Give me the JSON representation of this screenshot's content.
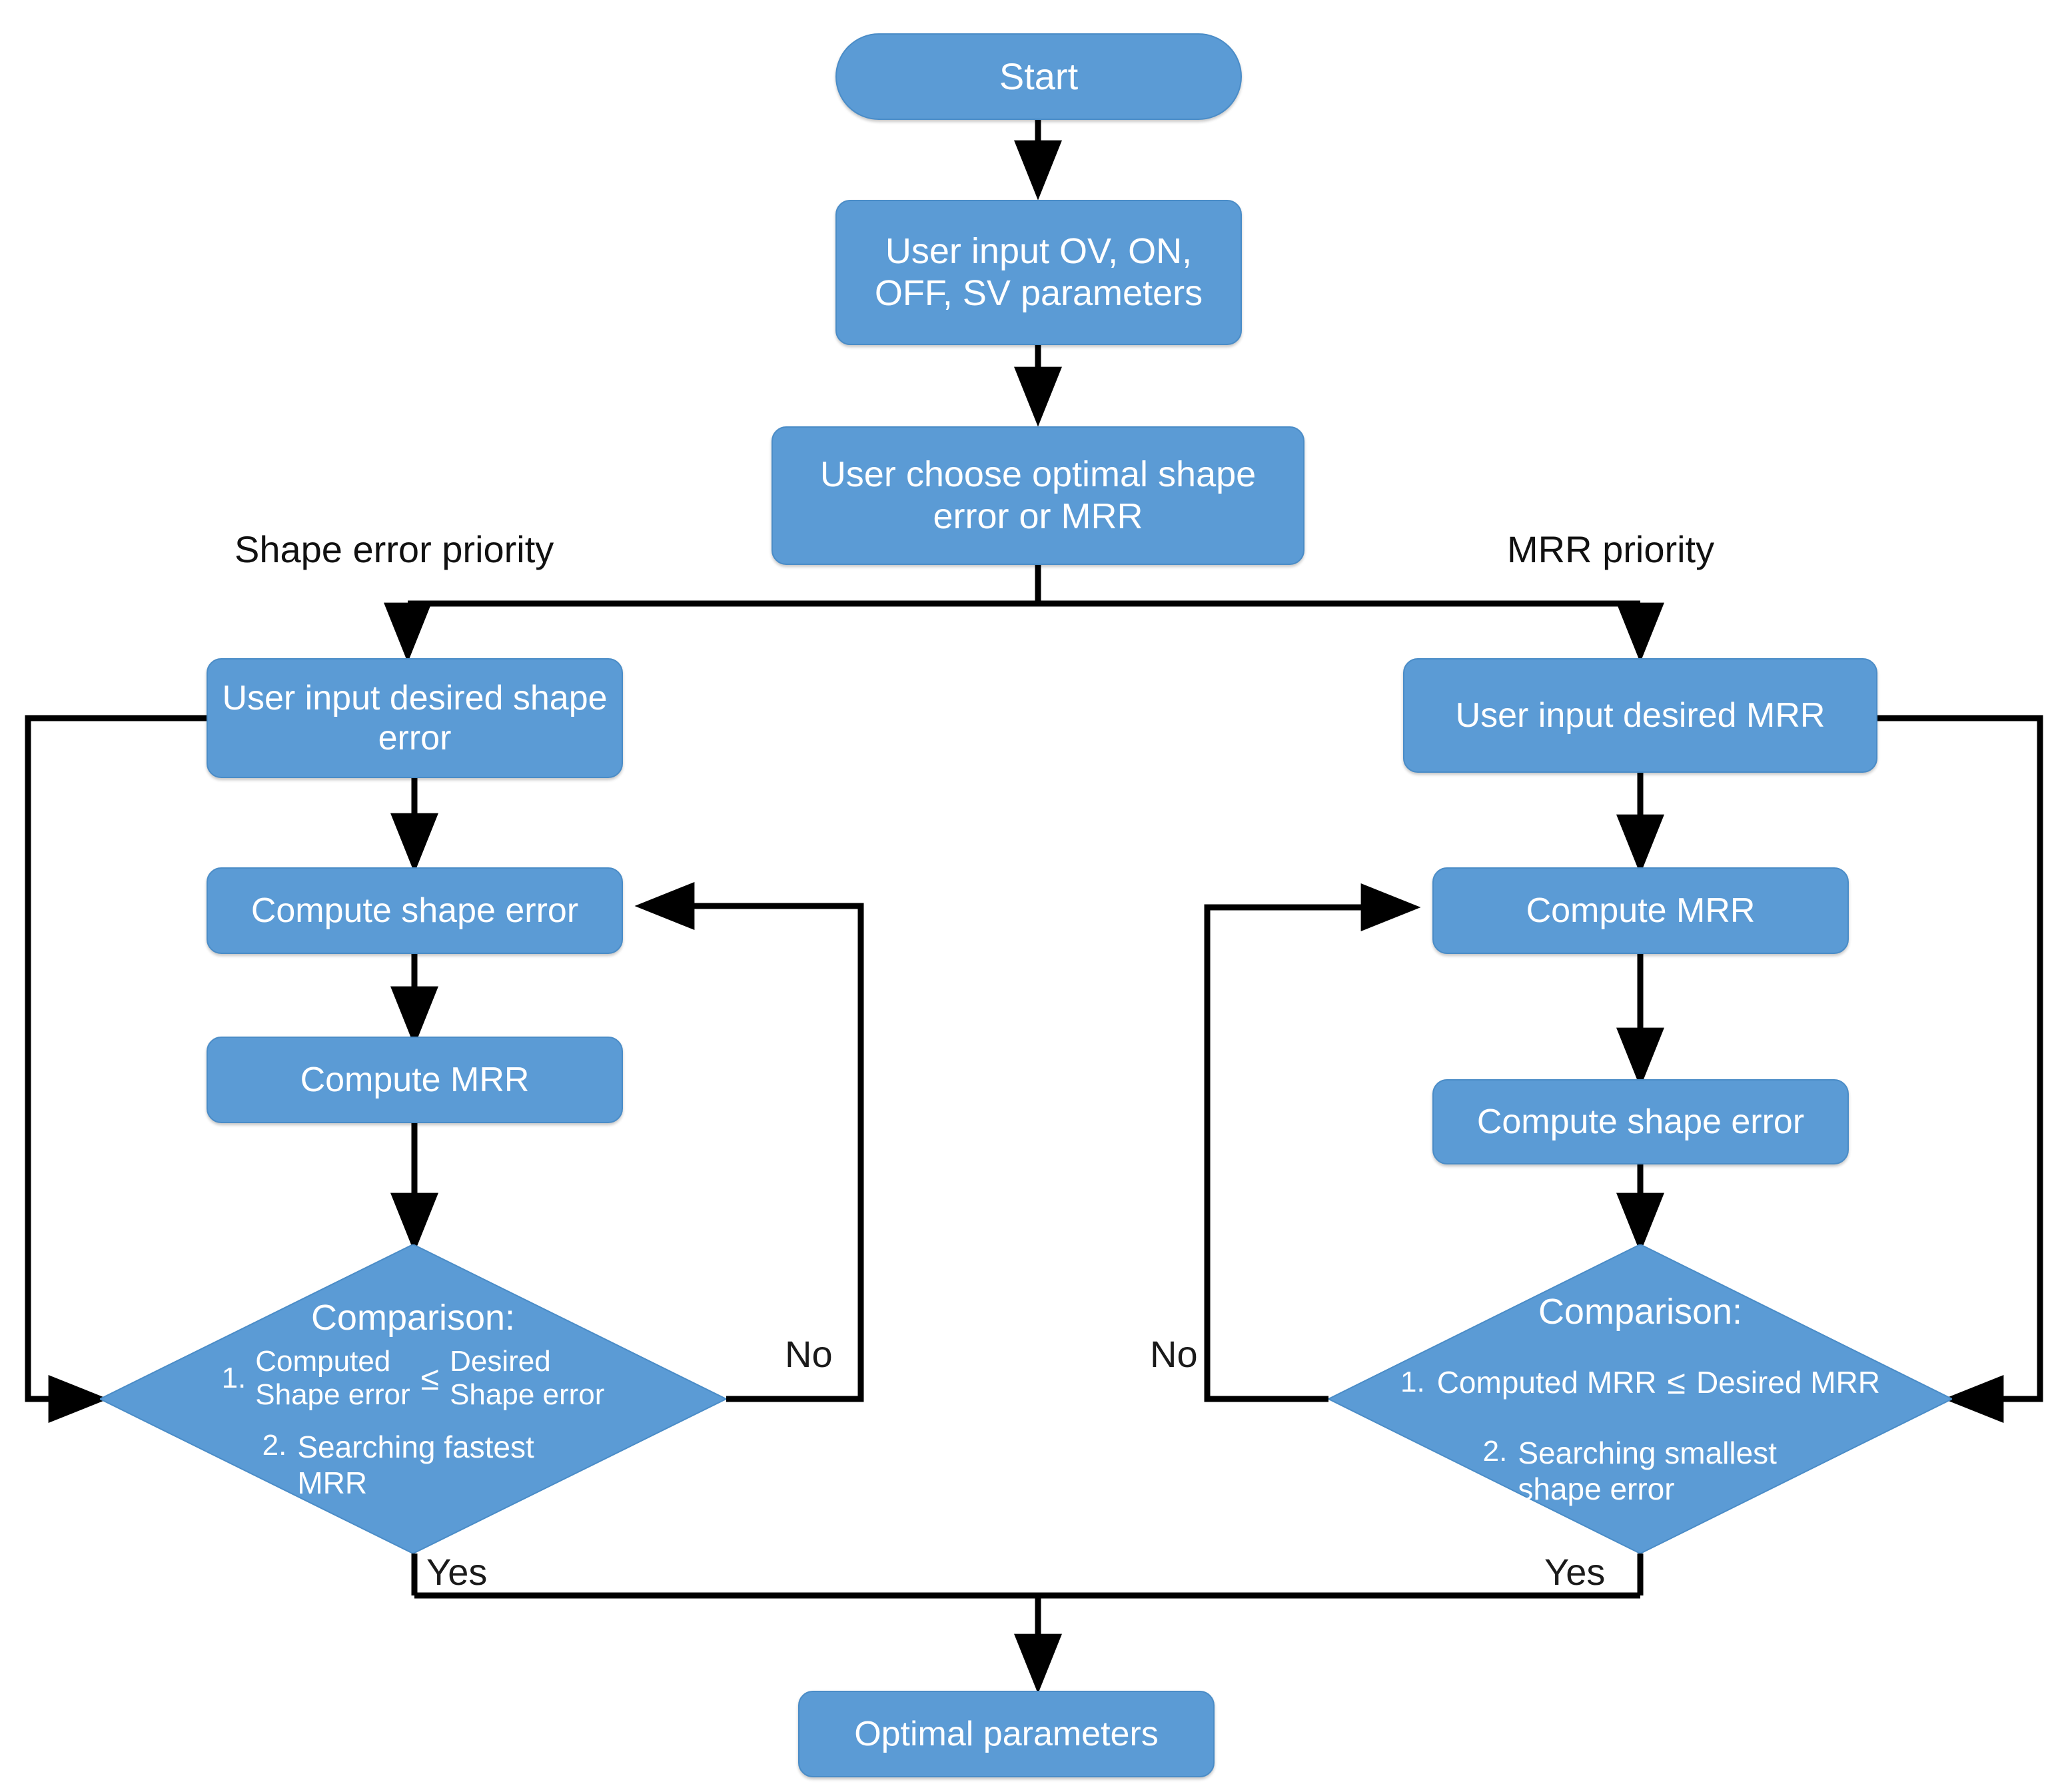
{
  "diagram": {
    "type": "flowchart",
    "title": "Optimal parameter selection flowchart",
    "accent_color": "#5B9BD5",
    "node_border_color": "#4A8CC7",
    "node_text_color": "#FFFFFF",
    "connector_color": "#000000",
    "background_color": "#FFFFFF"
  },
  "nodes": {
    "start": {
      "label": "Start",
      "shape": "terminator"
    },
    "user_input_params": {
      "label": "User input OV, ON, OFF, SV parameters",
      "shape": "process"
    },
    "user_choose": {
      "label": "User choose optimal shape error or MRR",
      "shape": "process"
    },
    "left_input": {
      "label": "User input desired shape error",
      "shape": "process"
    },
    "left_compute_shape": {
      "label": "Compute shape error",
      "shape": "process"
    },
    "left_compute_mrr": {
      "label": "Compute MRR",
      "shape": "process"
    },
    "right_input": {
      "label": "User input desired MRR",
      "shape": "process"
    },
    "right_compute_mrr": {
      "label": "Compute MRR",
      "shape": "process"
    },
    "right_compute_shape": {
      "label": "Compute shape error",
      "shape": "process"
    },
    "optimal": {
      "label": "Optimal parameters",
      "shape": "process"
    }
  },
  "left_decision": {
    "shape": "diamond",
    "title": "Comparison:",
    "item1_number": "1.",
    "item1_left_line1": "Computed",
    "item1_left_line2": "Shape error",
    "item1_operator": "≤",
    "item1_right_line1": "Desired",
    "item1_right_line2": "Shape error",
    "item2_number": "2.",
    "item2_text": "Searching fastest MRR"
  },
  "right_decision": {
    "shape": "diamond",
    "title": "Comparison:",
    "item1_number": "1.",
    "item1_left": "Computed MRR",
    "item1_operator": "≤",
    "item1_right": "Desired MRR",
    "item2_number": "2.",
    "item2_text": "Searching smallest shape error"
  },
  "branch_labels": {
    "left": "Shape error priority",
    "right": "MRR priority"
  },
  "edge_labels": {
    "left_no": "No",
    "left_yes": "Yes",
    "right_no": "No",
    "right_yes": "Yes"
  }
}
